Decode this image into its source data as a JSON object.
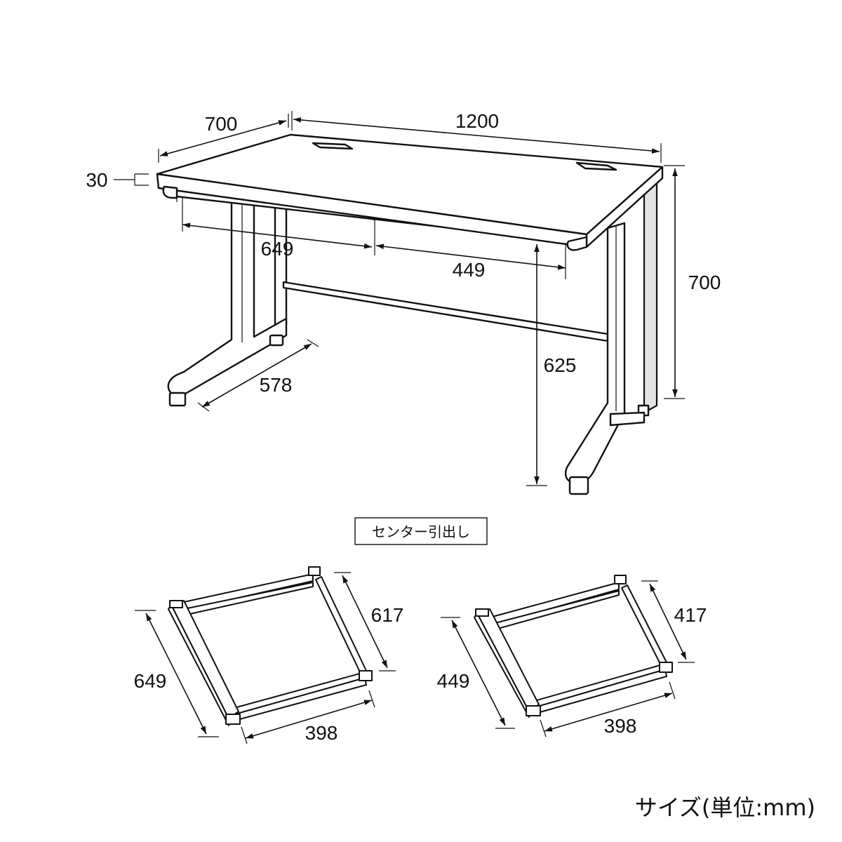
{
  "desk": {
    "width": "1200",
    "depth": "700",
    "height": "700",
    "top_thickness": "30",
    "drawer_left_width": "649",
    "drawer_right_width": "449",
    "knee_clearance_height": "625",
    "leg_foot_depth": "578"
  },
  "center_drawer_label": "センター引出し",
  "drawer_large": {
    "width": "649",
    "depth": "617",
    "inner_width": "398"
  },
  "drawer_small": {
    "width": "449",
    "depth": "417",
    "inner_width": "398"
  },
  "units_note": "サイズ(単位:mm)"
}
